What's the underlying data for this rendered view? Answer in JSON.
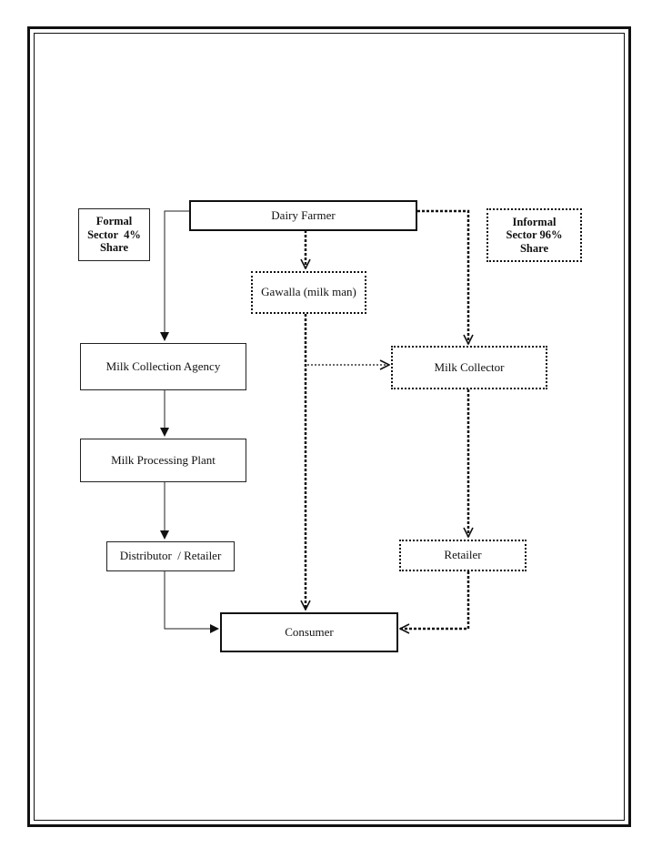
{
  "nodes": {
    "dairy_farmer": "Dairy Farmer",
    "formal_share": "Formal Sector 4% Share",
    "informal_share": "Informal Sector 96% Share",
    "gawalla": "Gawalla (milk man)",
    "milk_collection_agency": "Milk Collection Agency",
    "milk_collector": "Milk Collector",
    "milk_processing_plant": "Milk Processing Plant",
    "distributor_retailer": "Distributor  / Retailer",
    "retailer": "Retailer",
    "consumer": "Consumer"
  },
  "formal_label": {
    "line1": "Formal",
    "line2": "Sector  4%",
    "line3": "Share"
  },
  "informal_label": {
    "line1": "Informal",
    "line2": "Sector 96%",
    "line3": "Share"
  },
  "edges": [
    {
      "from": "dairy_farmer",
      "to": "milk_collection_agency",
      "style": "solid"
    },
    {
      "from": "milk_collection_agency",
      "to": "milk_processing_plant",
      "style": "solid"
    },
    {
      "from": "milk_processing_plant",
      "to": "distributor_retailer",
      "style": "solid"
    },
    {
      "from": "distributor_retailer",
      "to": "consumer",
      "style": "solid"
    },
    {
      "from": "dairy_farmer",
      "to": "gawalla",
      "style": "dotted"
    },
    {
      "from": "gawalla",
      "to": "consumer",
      "style": "dotted"
    },
    {
      "from": "gawalla",
      "to": "milk_collector",
      "style": "dotted"
    },
    {
      "from": "dairy_farmer",
      "to": "milk_collector",
      "style": "dotted"
    },
    {
      "from": "milk_collector",
      "to": "retailer",
      "style": "dotted"
    },
    {
      "from": "retailer",
      "to": "consumer",
      "style": "dotted"
    }
  ]
}
